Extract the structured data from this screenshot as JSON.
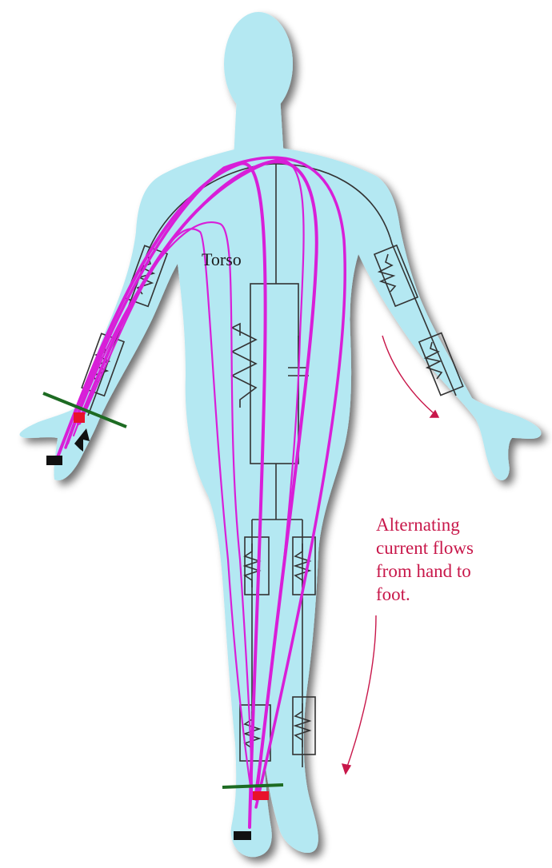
{
  "labels": {
    "torso": "Torso",
    "caption_lines": [
      "Alternating",
      "current flows",
      "from hand to",
      "foot."
    ]
  },
  "colors": {
    "body": "#b4e8f2",
    "body_shadow": "#8a8a8a",
    "current_path": "#d81fd8",
    "circuit": "#333333",
    "arrow": "#c8174a",
    "caption": "#c8174a",
    "electrode_bar": "#1d6b22",
    "contact_red": "#e8122a",
    "contact_black": "#111111"
  },
  "icons": {
    "electrode_hand": "electrode-bar",
    "electrode_foot": "electrode-bar",
    "cursor": "arrow-cursor-icon"
  }
}
